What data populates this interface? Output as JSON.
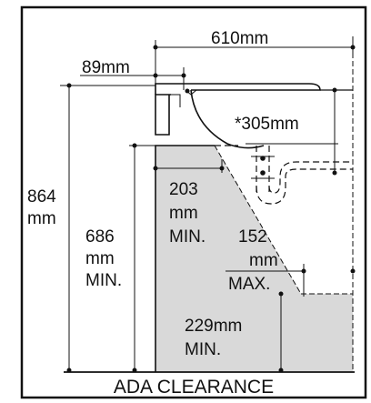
{
  "diagram": {
    "labels": {
      "top_width": "610mm",
      "left_offset": "89mm",
      "bowl_depth": "*305mm",
      "total_height_value": "864",
      "total_height_unit": "mm",
      "knee_height_value": "686",
      "knee_height_unit": "mm",
      "knee_height_min": "MIN.",
      "knee_depth_value": "203",
      "knee_depth_unit": "mm",
      "knee_depth_min": "MIN.",
      "toe_max_value": "152",
      "toe_max_unit": "mm",
      "toe_max_max": "MAX.",
      "toe_height_value": "229mm",
      "toe_height_min": "MIN."
    },
    "caption": "ADA CLEARANCE",
    "colors": {
      "clearance_fill": "#d9d9d9",
      "line": "#111111",
      "background": "#ffffff"
    }
  }
}
